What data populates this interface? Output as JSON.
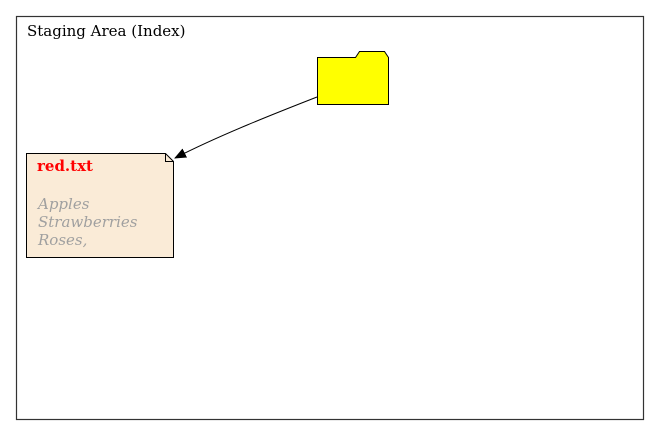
{
  "cluster": {
    "label": "Staging Area (Index)"
  },
  "tree_node": {
    "icon": "folder-icon",
    "fill": "#ffff00",
    "stroke": "#000000"
  },
  "blob": {
    "filename": "red.txt",
    "filename_color": "#ff0000",
    "lines": [
      "Apples",
      "Strawberries",
      "Roses,"
    ],
    "line_color": "#a0a0a0",
    "fill": "#faebd7"
  },
  "edge": {
    "from": "tree",
    "to": "red.txt"
  }
}
